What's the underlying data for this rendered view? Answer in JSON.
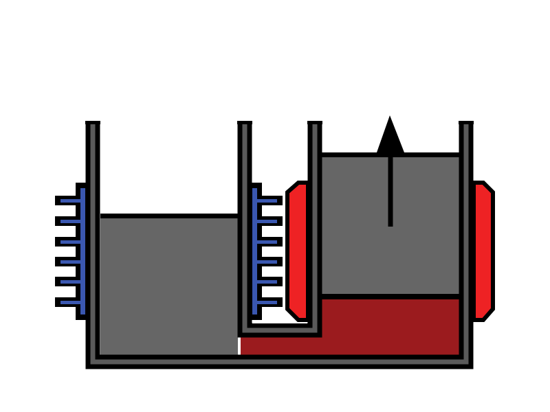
{
  "diagram": {
    "colors": {
      "background": "#ffffff",
      "outline": "#000000",
      "cylinder_wall": "#5a5a5a",
      "piston": "#666666",
      "hot_fluid": "#9b1b1e",
      "heater": "#ee2224",
      "cooling_fins": "#3a57b0"
    },
    "icons": [
      "cooling-fins",
      "heater",
      "motion-arrow-up"
    ]
  }
}
